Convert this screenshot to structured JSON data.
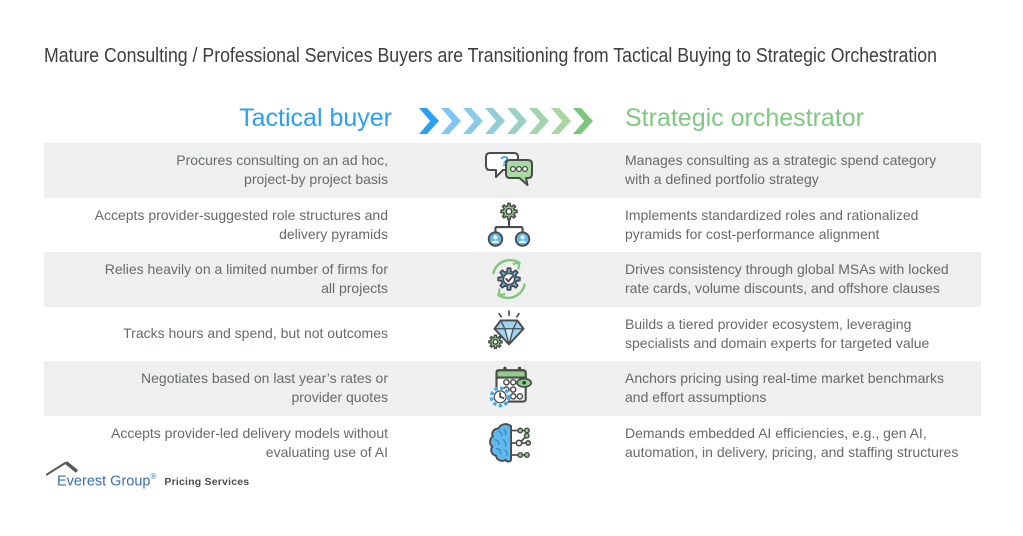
{
  "title": "Mature Consulting / Professional Services Buyers are Transitioning from Tactical Buying to Strategic Orchestration",
  "headers": {
    "tactical": {
      "label": "Tactical buyer",
      "color": "#2b9ff2"
    },
    "strategic": {
      "label": "Strategic orchestrator",
      "color": "#7ec97f"
    }
  },
  "transition_arrow": {
    "chevron_colors": [
      "#2b9ff2",
      "#7fc5f5",
      "#8acbe9",
      "#93cdd8",
      "#9bd1c2",
      "#a2d5ae",
      "#a8d79f",
      "#7cc67d"
    ]
  },
  "rows": [
    {
      "icon": "chat-bubbles-icon",
      "tactical": "Procures consulting on an ad hoc,\nproject-by project basis",
      "strategic": "Manages consulting as a strategic spend category\nwith a defined portfolio strategy"
    },
    {
      "icon": "org-structure-gear-icon",
      "tactical": "Accepts provider-suggested role structures and\ndelivery pyramids",
      "strategic": "Implements standardized roles and rationalized\npyramids for cost-performance alignment"
    },
    {
      "icon": "gear-renewal-cycle-icon",
      "tactical": "Relies heavily on a limited number of firms for\nall projects",
      "strategic": "Drives consistency through global MSAs with locked\nrate cards, volume discounts, and offshore clauses"
    },
    {
      "icon": "diamond-gear-value-icon",
      "tactical": "Tracks hours and spend, but not outcomes",
      "strategic": "Builds a tiered provider ecosystem, leveraging\nspecialists and domain experts for targeted value"
    },
    {
      "icon": "calendar-clock-benchmark-icon",
      "tactical": "Negotiates based on last year’s rates or\nprovider quotes",
      "strategic": "Anchors pricing using real-time market benchmarks\nand effort assumptions"
    },
    {
      "icon": "ai-brain-circuit-icon",
      "tactical": "Accepts provider-led delivery models without\nevaluating use of AI",
      "strategic": "Demands embedded AI efficiencies, e.g., gen AI,\nautomation, in delivery, pricing, and staffing structures"
    }
  ],
  "footer": {
    "brand": "Everest Group",
    "registered": "®",
    "tagline": "Pricing Services"
  },
  "colors": {
    "row_stripe": "#efefef",
    "body_text": "#666a6d",
    "title_text": "#3e3e3e",
    "brand_blue": "#3a6fb0",
    "icon_outline": "#4a4a4a",
    "icon_blue": "#5eb9ef",
    "icon_green": "#8fcd8a"
  }
}
